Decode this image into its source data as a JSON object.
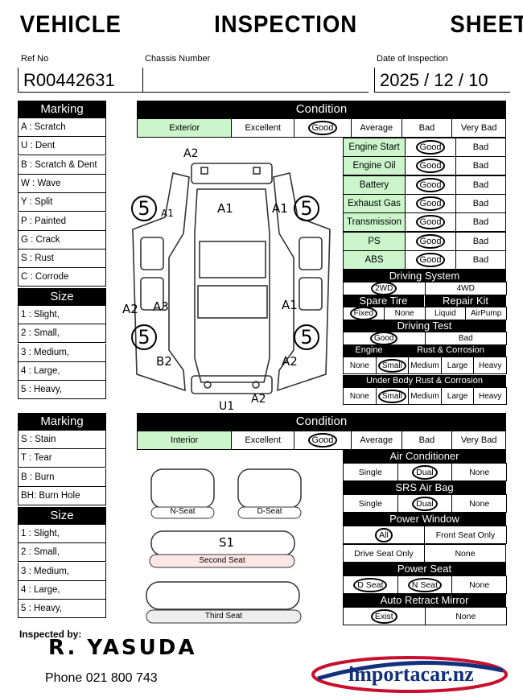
{
  "title": "VEHICLE    INSPECTION    SHEET",
  "ref": {
    "label": "Ref No",
    "value": "R00442631"
  },
  "chassis": {
    "label": "Chassis Number",
    "value": ""
  },
  "date": {
    "label": "Date of Inspection",
    "value": "2025 / 12 / 10"
  },
  "marking1": {
    "header": "Marking",
    "items": [
      "A  : Scratch",
      "U  : Dent",
      "B  : Scratch & Dent",
      "W  : Wave",
      "Y  : Split",
      "P  : Painted",
      "G  : Crack",
      "S  : Rust",
      "C  : Corrode"
    ],
    "size_header": "Size",
    "sizes": [
      "1  : Slight,",
      "2  : Small,",
      "3  : Medium,",
      "4  : Large,",
      "5  : Heavy,"
    ]
  },
  "condition1": {
    "header": "Condition",
    "row": [
      "Exterior",
      "Excellent",
      "Good",
      "Average",
      "Bad",
      "Very Bad"
    ],
    "selected": "Good"
  },
  "exterior_marks": [
    "A2",
    "A1",
    "A1",
    "A1",
    "5",
    "5",
    "A2",
    "A3",
    "A1",
    "5",
    "5",
    "B2",
    "A2",
    "U1",
    "A2"
  ],
  "checks": [
    {
      "label": "Engine Start",
      "a": "Good",
      "b": "Bad"
    },
    {
      "label": "Engine Oil",
      "a": "Good",
      "b": "Bad"
    },
    {
      "label": "Battery",
      "a": "Good",
      "b": "Bad"
    },
    {
      "label": "Exhaust Gas",
      "a": "Good",
      "b": "Bad"
    },
    {
      "label": "Transmission",
      "a": "Good",
      "b": "Bad"
    },
    {
      "label": "PS",
      "a": "Good",
      "b": "Bad"
    },
    {
      "label": "ABS",
      "a": "Good",
      "b": "Bad"
    }
  ],
  "driving_system": {
    "header": "Driving System",
    "opts": [
      "2WD",
      "4WD"
    ]
  },
  "spare_tire": {
    "header": "Spare Tire",
    "opts": [
      "Fixed",
      "None"
    ]
  },
  "repair_kit": {
    "header": "Repair Kit",
    "opts": [
      "Liquid",
      "AirPump"
    ]
  },
  "driving_test": {
    "header": "Driving Test",
    "opts": [
      "Good",
      "Bad"
    ]
  },
  "engine": {
    "header": "Engine",
    "rust_header": "Rust & Corrosion",
    "opts": [
      "None",
      "Small",
      "Medium",
      "Large",
      "Heavy"
    ]
  },
  "underbody": {
    "header": "Under Body Rust & Corrosion",
    "opts": [
      "None",
      "Small",
      "Medium",
      "Large",
      "Heavy"
    ]
  },
  "marking2": {
    "header": "Marking",
    "items": [
      "S  : Stain",
      "T  : Tear",
      "B  : Burn",
      "BH: Burn Hole"
    ],
    "size_header": "Size",
    "sizes": [
      "1  : Slight,",
      "2  : Small,",
      "3  : Medium,",
      "4  : Large,",
      "5  : Heavy,"
    ]
  },
  "condition2": {
    "header": "Condition",
    "row": [
      "Interior",
      "Excellent",
      "Good",
      "Average",
      "Bad",
      "Very Bad"
    ]
  },
  "seats": {
    "n_seat": "N-Seat",
    "d_seat": "D-Seat",
    "second": "Second  Seat",
    "third": "Third   Seat",
    "mark": "S1"
  },
  "air_conditioner": {
    "header": "Air Conditioner",
    "opts": [
      "Single",
      "Dual",
      "None"
    ]
  },
  "srs": {
    "header": "SRS Air Bag",
    "opts": [
      "Single",
      "Dual",
      "None"
    ]
  },
  "power_window": {
    "header": "Power Window",
    "opts": [
      "All",
      "Front Seat Only",
      "Drive Seat Only",
      "None"
    ]
  },
  "power_seat": {
    "header": "Power Seat",
    "opts": [
      "D Seat",
      "N Seat",
      "None"
    ]
  },
  "mirror": {
    "header": "Auto Retract Mirror",
    "opts": [
      "Exist",
      "None"
    ]
  },
  "inspected_by": "Inspected by:",
  "signature": "R. YASUDA",
  "phone": "Phone  021 800 743",
  "logo": "importacar.nz"
}
